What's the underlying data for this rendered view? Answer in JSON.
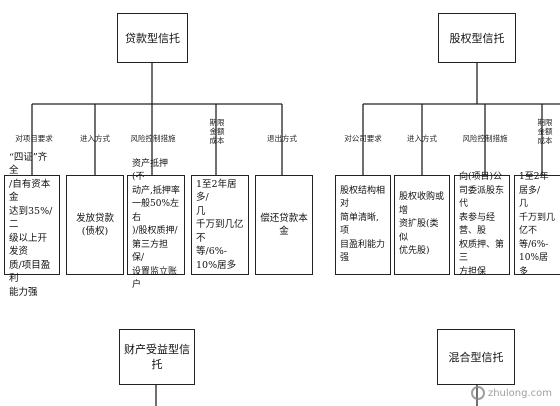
{
  "left_tree": {
    "title": "贷款型信托",
    "categories": [
      "对项目要求",
      "进入方式",
      "风险控制措施",
      "期限\n金额\n成本",
      "退出方式"
    ],
    "leaves": [
      "“四证”齐全\n/自有资本金\n达到35%/二\n级以上开发资\n质/项目盈利\n能力强",
      "发放贷款\n(债权)",
      "资产抵押(不\n动产,抵押率\n一般50%左右\n)/股权质押/\n第三方担保/\n设置监立账户",
      "1至2年居多/\n几\n千万到几亿不\n等/6%-\n10%居多",
      "偿还贷款本金"
    ]
  },
  "right_tree": {
    "title": "股权型信托",
    "categories": [
      "对公司要求",
      "进入方式",
      "风险控制措施",
      "期限\n金额\n成本"
    ],
    "leaves": [
      "股权结构相对\n简单清晰,项\n目盈利能力强",
      "股权收购或增\n资扩股(类似\n优先股)",
      "向(项目)公\n司委派股东代\n表参与经营、股\n权质押、第三\n方担保",
      "1至2年居多/\n几\n千万到几亿不\n等/6%-\n10%居多"
    ]
  },
  "bottom": {
    "left_title": "财产受益型信托",
    "right_title": "混合型信托"
  },
  "watermark": "zhulong.com"
}
